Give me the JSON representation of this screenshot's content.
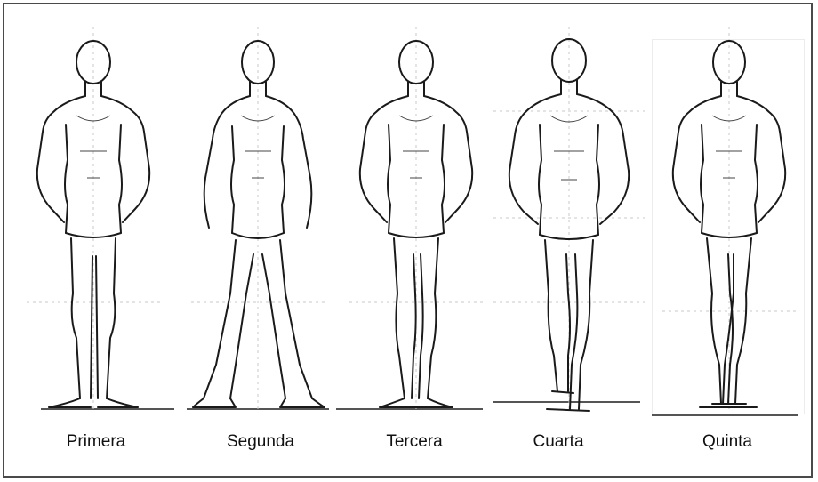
{
  "positions": [
    {
      "name": "Primera"
    },
    {
      "name": "Segunda"
    },
    {
      "name": "Tercera"
    },
    {
      "name": "Cuarta"
    },
    {
      "name": "Quinta"
    }
  ]
}
